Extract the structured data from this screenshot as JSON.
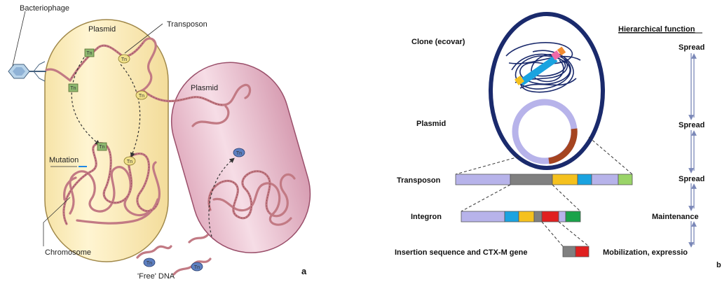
{
  "panel_a": {
    "labels": {
      "bacteriophage": "Bacteriophage",
      "plasmid_1": "Plasmid",
      "transposon": "Transposon",
      "plasmid_2": "Plasmid",
      "mutation": "Mutation",
      "chromosome": "Chromosome",
      "free_dna": "'Free' DNA",
      "panel_letter": "a"
    },
    "element_tags": {
      "tn": "Tn"
    },
    "colors": {
      "cell_left": "#fbefbf",
      "cell_right": "#ecc6d3",
      "dna": "#c27a84",
      "tn_green": "#8eb870",
      "tn_yellow": "#f0e08a",
      "tn_blue": "#5d7fc0"
    }
  },
  "panel_b": {
    "left_labels": {
      "clone": "Clone (ecovar)",
      "plasmid": "Plasmid",
      "transposon": "Transposon",
      "integron": "Integron",
      "insertion": "Insertion sequence and CTX-M gene"
    },
    "right_column": {
      "header": "Hierarchical function",
      "items": [
        "Spread",
        "Spread",
        "Spread",
        "Maintenance",
        "Mobilization, expressio"
      ]
    },
    "panel_letter": "b",
    "colors": {
      "cell_outline": "#1a2a6c",
      "chromosome": "#1a2a6c",
      "plasmid_ring": "#b7b3ea",
      "plasmid_insert": "#a54420",
      "lavender": "#b7b3ea",
      "gray": "#808080",
      "yellow": "#f5c11e",
      "cyan": "#1aa3e0",
      "light_green": "#9ad468",
      "green": "#1aa34a",
      "red": "#e02020",
      "arrow": "#7b88b8"
    }
  }
}
